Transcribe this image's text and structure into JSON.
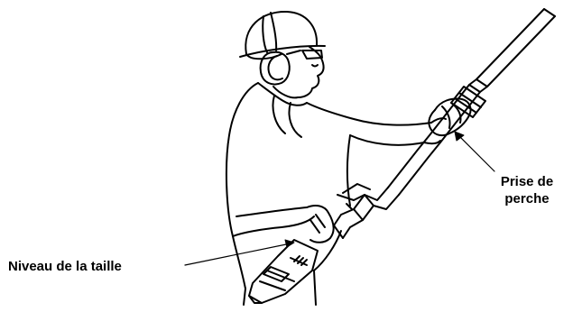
{
  "labels": {
    "waist_level": "Niveau de la taille",
    "pole_grip_line1": "Prise de",
    "pole_grip_line2": "perche"
  },
  "colors": {
    "ink": "#000000",
    "background": "#ffffff"
  }
}
